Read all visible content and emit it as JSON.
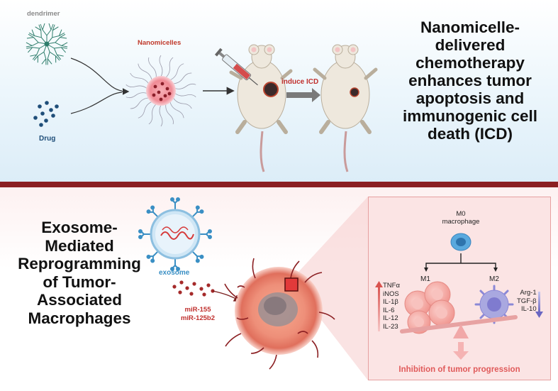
{
  "top": {
    "dendrimer_label": "dendrimer",
    "drug_label": "Drug",
    "nanomicelles_label": "Nanomicelles",
    "induce_icd_label": "induce ICD",
    "title_lines": [
      "Nanomicelle-",
      "delivered",
      "chemotherapy",
      "enhances tumor",
      "apoptosis and",
      "immunogenic cell",
      "death (ICD)"
    ]
  },
  "bottom": {
    "title_lines": [
      "Exosome-",
      "Mediated",
      "Reprogramming",
      "of Tumor-",
      "Associated",
      "Macrophages"
    ],
    "exosome_label": "exosome",
    "mirna_lines": [
      "miR-155",
      "miR-125b2"
    ],
    "panel": {
      "m0_lines": [
        "M0",
        "macrophage"
      ],
      "m1_label": "M1",
      "m2_label": "M2",
      "m1_cytokines": [
        "TNFα",
        "iNOS",
        "IL-1β",
        "IL-6",
        "IL-12",
        "IL-23"
      ],
      "m2_cytokines": [
        "Arg-1",
        "TGF-β",
        "IL-10"
      ],
      "outcome_label": "Inhibition of tumor progression"
    }
  },
  "colors": {
    "divider": "#8b1f22",
    "dendrimer": "#2e7d6b",
    "drug": "#1f4e79",
    "nanomicelle_label": "#c0392b",
    "tumor_red": "#c0302e",
    "outcome_text": "#e05a5a",
    "m0_cell": "#5aa9de",
    "m1_cell": "#f4a6a3",
    "m2_cell": "#a9a8e0"
  }
}
